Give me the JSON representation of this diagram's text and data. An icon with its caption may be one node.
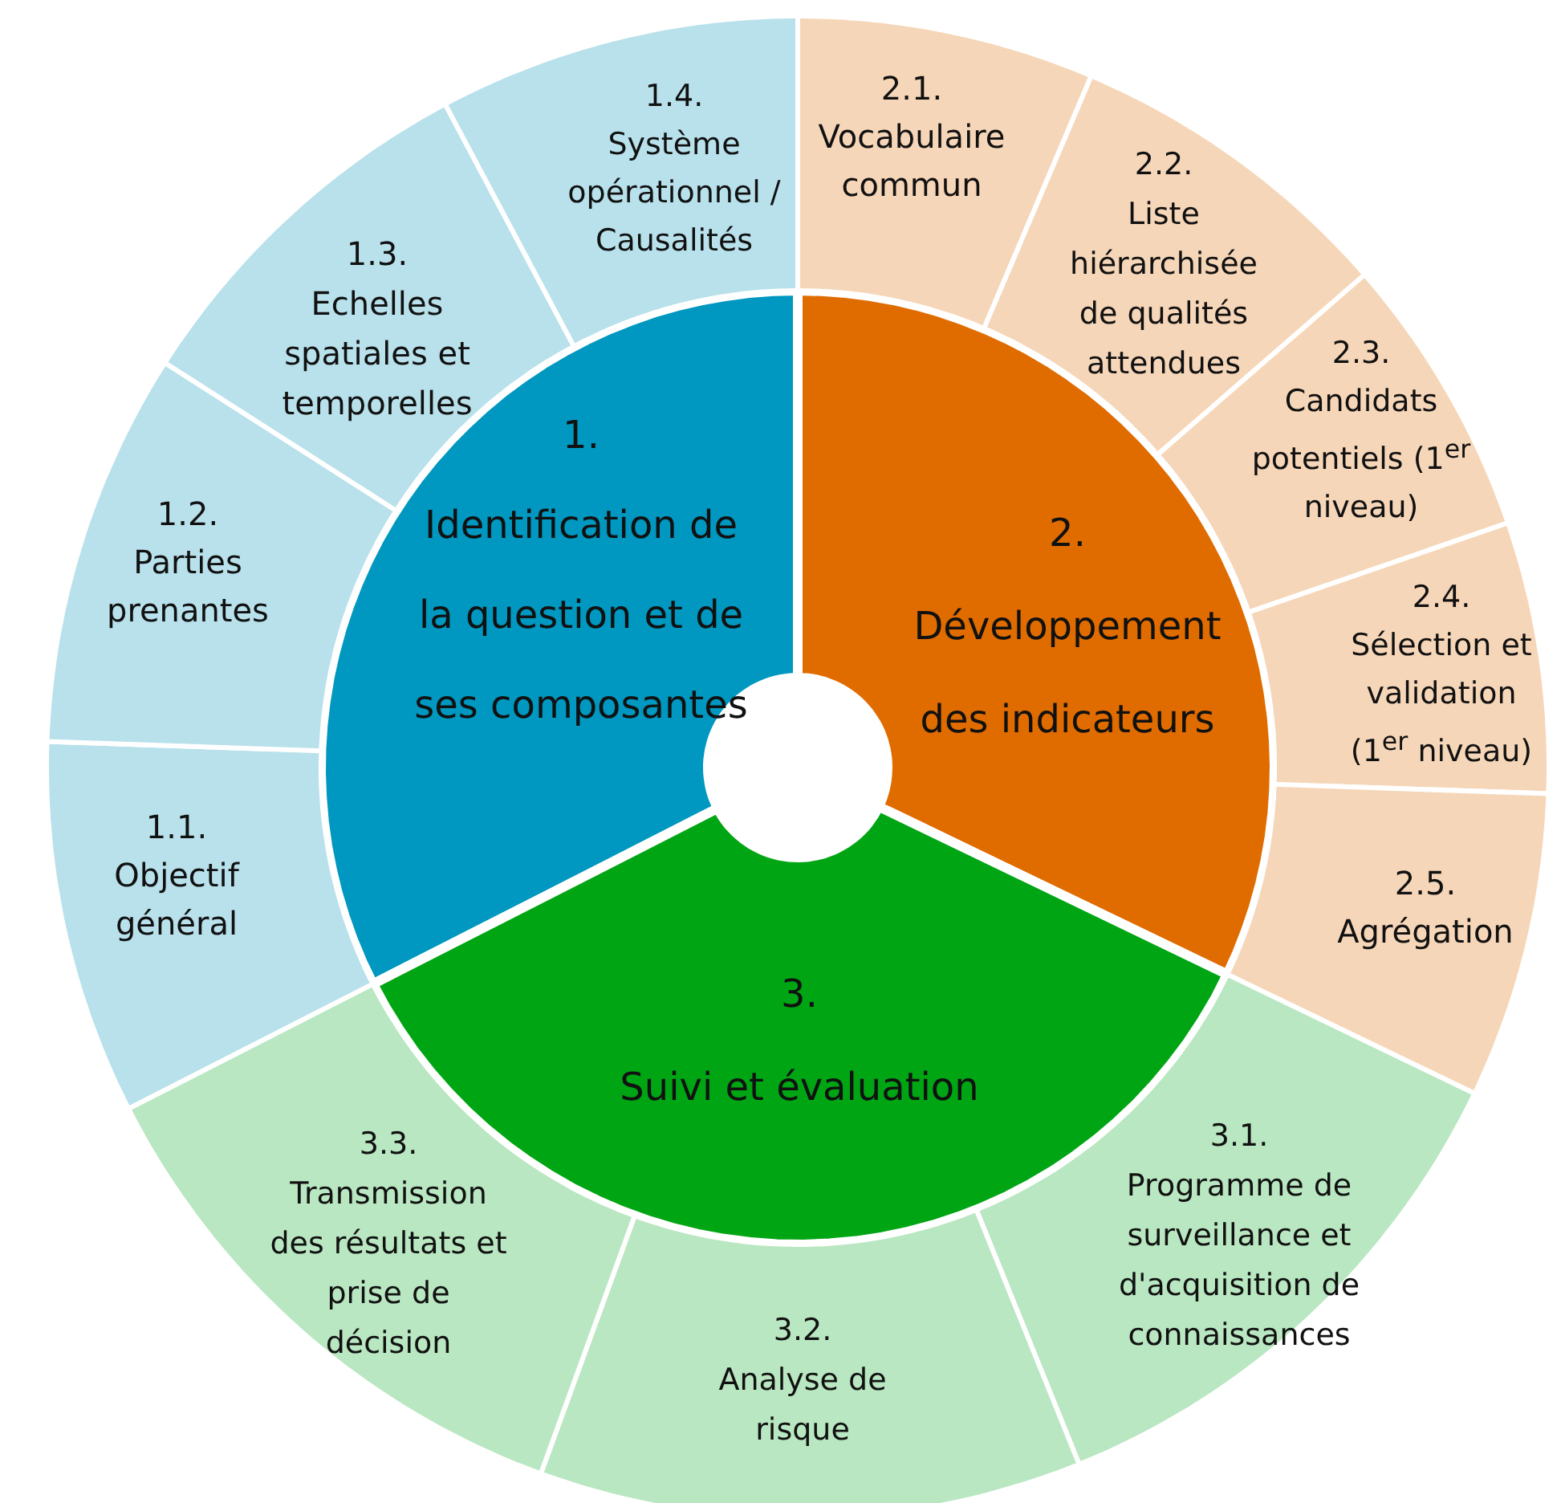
{
  "diagram": {
    "nodes": [
      {
        "text": [
          "1.",
          "Identification de la question et de ses composantes"
        ]
      },
      {
        "text": [
          "1.1.",
          "Objectif général"
        ]
      },
      {
        "text": [
          "1.2.",
          "Parties prenantes"
        ]
      },
      {
        "text": [
          "1.3.",
          "Echelles spatiales et temporelles"
        ]
      },
      {
        "text": [
          "1.4.",
          "Système opérationnel / Causalités"
        ]
      },
      {
        "text": [
          "2.",
          "Développement des indicateurs"
        ]
      },
      {
        "text": [
          "2.1.",
          "Vocabulaire commun"
        ]
      },
      {
        "text": [
          "2.2.",
          "Liste hiérarchisée de qualités attendues"
        ]
      },
      {
        "text": [
          "2.3.",
          "Candidats potentiels (1$^{er}$ niveau)"
        ]
      },
      {
        "text": [
          "2.4.",
          "Sélection et validation (1$^{er}$ niveau)"
        ]
      },
      {
        "text": [
          "2.5.",
          "Agrégation"
        ]
      },
      {
        "text": [
          "3.",
          "Suivi et évaluation"
        ]
      },
      {
        "text": [
          "3.1.",
          "Programme de surveillance et d'acquisition de connaissances"
        ]
      },
      {
        "text": [
          "3.2.",
          "Analyse de risque"
        ]
      },
      {
        "text": [
          "3.3.",
          "Transmission des résultats et prise de décision"
        ]
      }
    ],
    "edges": []
  }
}
